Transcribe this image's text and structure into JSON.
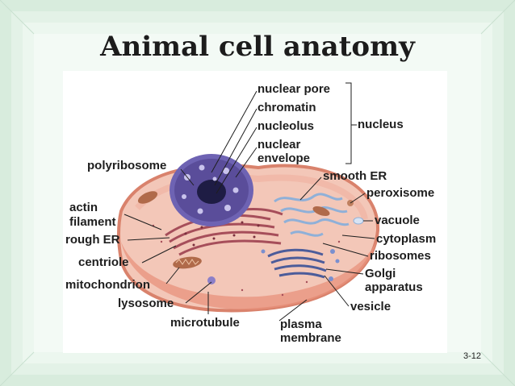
{
  "slide": {
    "title": "Animal cell anatomy",
    "slide_number": "3-12"
  },
  "labels": {
    "nuclear_pore": "nuclear pore",
    "chromatin": "chromatin",
    "nucleolus": "nucleolus",
    "nuclear_envelope_1": "nuclear",
    "nuclear_envelope_2": "envelope",
    "nucleus": "nucleus",
    "polyribosome": "polyribosome",
    "smooth_er": "smooth ER",
    "peroxisome": "peroxisome",
    "actin_filament_1": "actin",
    "actin_filament_2": "filament",
    "vacuole": "vacuole",
    "cytoplasm": "cytoplasm",
    "rough_er": "rough ER",
    "ribosomes": "ribosomes",
    "centriole": "centriole",
    "golgi_1": "Golgi",
    "golgi_2": "apparatus",
    "mitochondrion": "mitochondrion",
    "vesicle": "vesicle",
    "lysosome": "lysosome",
    "microtubule": "microtubule",
    "plasma_membrane_1": "plasma",
    "plasma_membrane_2": "membrane"
  },
  "colors": {
    "background": "#dff0e4",
    "cell_membrane": "#e79a86",
    "cytoplasm": "#f6d2c6",
    "nucleus": "#5a4d9a",
    "rough_er": "#a64e5a",
    "smooth_er": "#8fb0d8",
    "golgi": "#4c5c9a",
    "mitochondrion": "#b06a4a",
    "label_text": "#1e1e1e"
  }
}
